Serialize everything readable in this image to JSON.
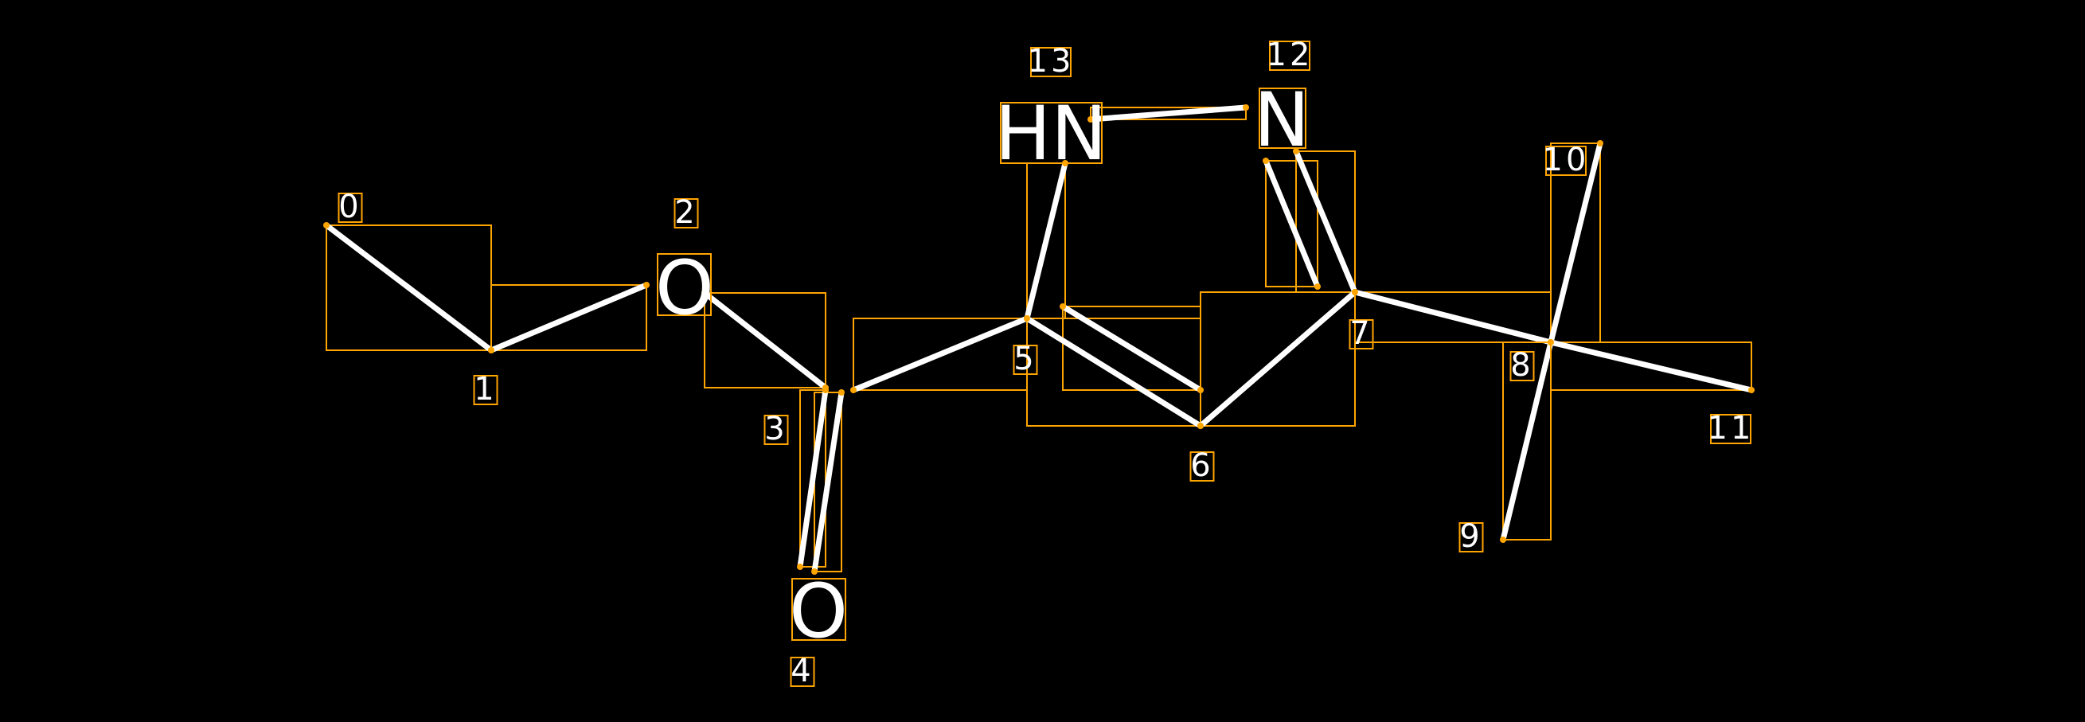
{
  "atoms": [
    {
      "index_label": "0",
      "symbol": ""
    },
    {
      "index_label": "1",
      "symbol": ""
    },
    {
      "index_label": "2",
      "symbol": "O"
    },
    {
      "index_label": "3",
      "symbol": ""
    },
    {
      "index_label": "4",
      "symbol": "O"
    },
    {
      "index_label": "5",
      "symbol": ""
    },
    {
      "index_label": "6",
      "symbol": ""
    },
    {
      "index_label": "7",
      "symbol": ""
    },
    {
      "index_label": "8",
      "symbol": ""
    },
    {
      "index_label": "9",
      "symbol": ""
    },
    {
      "index_label": "10",
      "symbol": ""
    },
    {
      "index_label": "11",
      "symbol": ""
    },
    {
      "index_label": "12",
      "symbol": "N"
    },
    {
      "index_label": "13",
      "symbol": "HN"
    }
  ],
  "bonds": [
    {
      "from": 0,
      "to": 1,
      "order": 1
    },
    {
      "from": 1,
      "to": 2,
      "order": 1
    },
    {
      "from": 2,
      "to": 3,
      "order": 1
    },
    {
      "from": 3,
      "to": 4,
      "order": 2
    },
    {
      "from": 3,
      "to": 5,
      "order": 1
    },
    {
      "from": 5,
      "to": 13,
      "order": 1
    },
    {
      "from": 13,
      "to": 12,
      "order": 1
    },
    {
      "from": 12,
      "to": 7,
      "order": 2
    },
    {
      "from": 5,
      "to": 6,
      "order": 2
    },
    {
      "from": 6,
      "to": 7,
      "order": 1
    },
    {
      "from": 7,
      "to": 8,
      "order": 1
    },
    {
      "from": 8,
      "to": 9,
      "order": 1
    },
    {
      "from": 8,
      "to": 10,
      "order": 1
    },
    {
      "from": 8,
      "to": 11,
      "order": 1
    }
  ],
  "colors": {
    "bond": "#ffffff",
    "box": "#ffa500",
    "background": "#000000"
  }
}
